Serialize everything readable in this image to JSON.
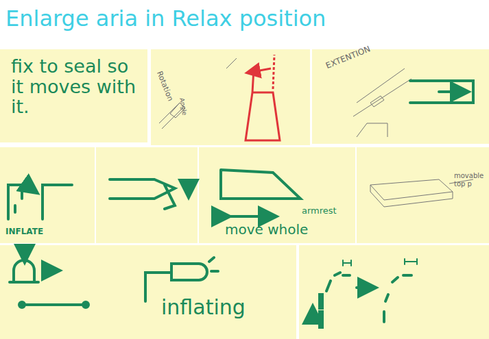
{
  "diagram": {
    "title": "Enlarge aria in Relax position",
    "nodes": [
      {
        "text": [
          "fix to seal so it moves with it."
        ]
      },
      {
        "text": [
          "Rotation",
          "Angle"
        ]
      },
      {
        "text": [
          "EXTENTION"
        ]
      },
      {
        "text": [
          "INFLATE"
        ]
      },
      {
        "text": [
          "armrest",
          "move whole"
        ]
      },
      {
        "text": [
          "movable top p"
        ]
      },
      {
        "text": [
          "inflating"
        ]
      }
    ]
  }
}
